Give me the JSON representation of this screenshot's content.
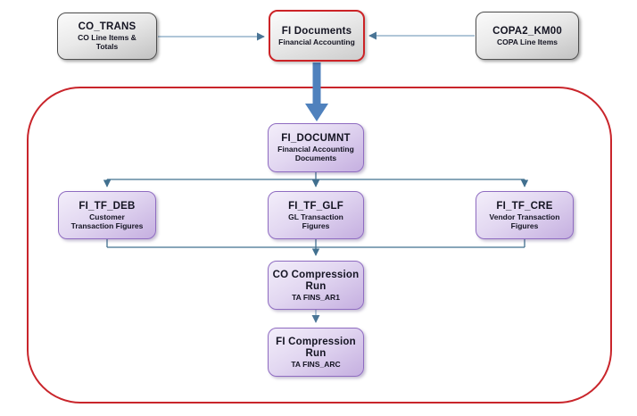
{
  "nodes": {
    "co_trans": {
      "title": "CO_TRANS",
      "line1": "CO Line Items &",
      "line2": "Totals"
    },
    "fi_documents": {
      "title": "FI Documents",
      "line1": "Financial Accounting"
    },
    "copa2_km00": {
      "title": "COPA2_KM00",
      "line1": "COPA Line Items"
    },
    "fi_documnt": {
      "title": "FI_DOCUMNT",
      "line1": "Financial Accounting",
      "line2": "Documents"
    },
    "fi_tf_deb": {
      "title": "FI_TF_DEB",
      "line1": "Customer",
      "line2": "Transaction Figures"
    },
    "fi_tf_glf": {
      "title": "FI_TF_GLF",
      "line1": "GL Transaction",
      "line2": "Figures"
    },
    "fi_tf_cre": {
      "title": "FI_TF_CRE",
      "line1": "Vendor Transaction",
      "line2": "Figures"
    },
    "co_compression": {
      "title": "CO Compression",
      "title2": "Run",
      "line1": "TA FINS_AR1"
    },
    "fi_compression": {
      "title": "FI Compression",
      "title2": "Run",
      "line1": "TA FINS_ARC"
    }
  },
  "colors": {
    "background": "#ffffff",
    "gray_box_fill_top": "#fbfbfb",
    "gray_box_fill_bottom": "#c2c2c2",
    "gray_box_border": "#4d4d4d",
    "red_accent": "#c9252b",
    "purple_box_fill_top": "#f3eefa",
    "purple_box_fill_bottom": "#c5afe0",
    "purple_box_border": "#8f6cc1",
    "connector_light": "#96b3cb",
    "connector_dark": "#41708f",
    "big_arrow_blue": "#4f81bd",
    "text": "#141422"
  }
}
